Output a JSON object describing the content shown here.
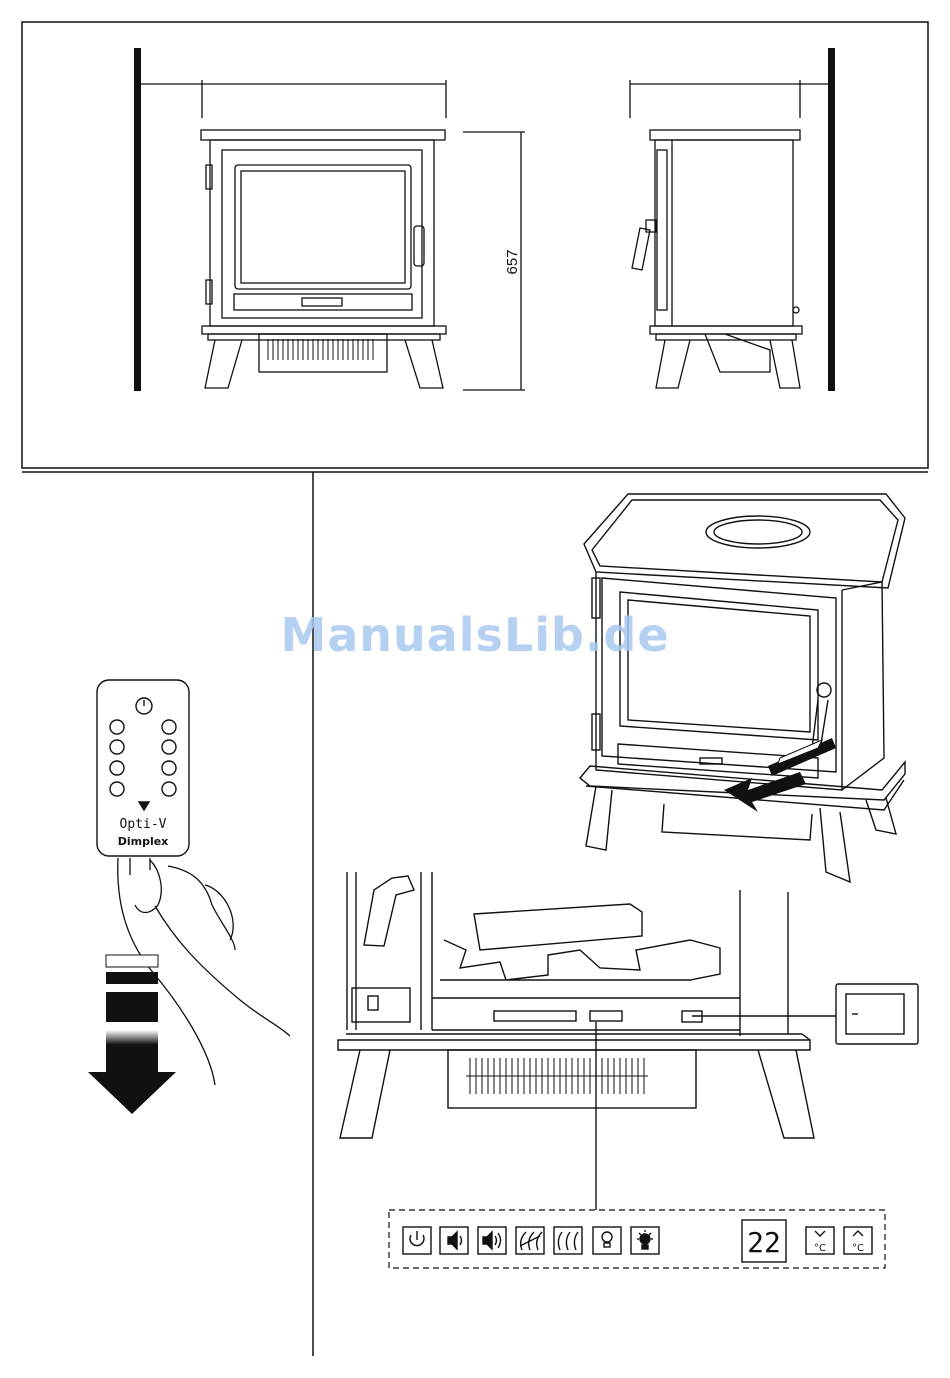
{
  "figure": {
    "dimensions": {
      "height": "657"
    },
    "remote": {
      "model": "Opti-V",
      "brand": "Dimplex"
    },
    "control_panel": {
      "temperature": "22",
      "unit": "°C"
    },
    "watermark": "ManualsLib.de"
  }
}
